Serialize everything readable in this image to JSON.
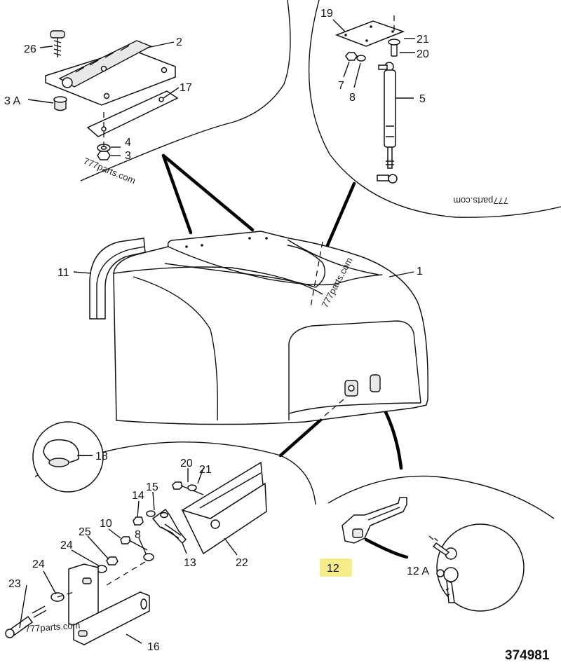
{
  "labels": {
    "p26": "26",
    "p2": "2",
    "p3a": "3 A",
    "p17": "17",
    "p4": "4",
    "p3": "3",
    "p19": "19",
    "p21_top": "21",
    "p20_top": "20",
    "p7": "7",
    "p8_top": "8",
    "p5": "5",
    "p1": "1",
    "p11": "11",
    "p18": "18",
    "p20_low": "20",
    "p21_low": "21",
    "p15": "15",
    "p14": "14",
    "p10": "10",
    "p8_low": "8",
    "p25": "25",
    "p24_a": "24",
    "p24_b": "24",
    "p23": "23",
    "p13": "13",
    "p22": "22",
    "p16": "16",
    "p12": "12",
    "p12a": "12 A"
  },
  "drawing_number": "374981",
  "watermarks": {
    "w1": "777parts.com",
    "w2": "777parts.com",
    "w3": "777parts.com",
    "w4": "777parts.com"
  },
  "colors": {
    "highlight": "#f7ec8c",
    "ink": "#111111"
  }
}
